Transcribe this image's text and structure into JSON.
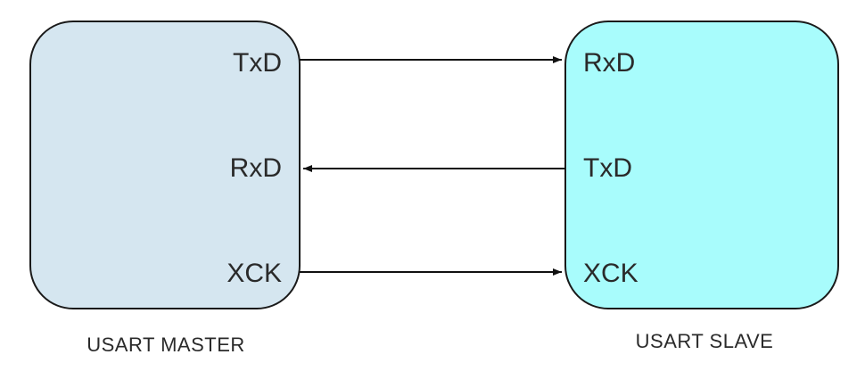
{
  "colors": {
    "master_fill": "#d5e6f0",
    "slave_fill": "#a8fcfc",
    "stroke": "#1a1a1a"
  },
  "master": {
    "caption": "USART MASTER",
    "pins": [
      "TxD",
      "RxD",
      "XCK"
    ]
  },
  "slave": {
    "caption": "USART SLAVE",
    "pins": [
      "RxD",
      "TxD",
      "XCK"
    ]
  },
  "connections": [
    {
      "from": "master.TxD",
      "to": "slave.RxD",
      "direction": "master-to-slave"
    },
    {
      "from": "slave.TxD",
      "to": "master.RxD",
      "direction": "slave-to-master"
    },
    {
      "from": "master.XCK",
      "to": "slave.XCK",
      "direction": "master-to-slave"
    }
  ]
}
